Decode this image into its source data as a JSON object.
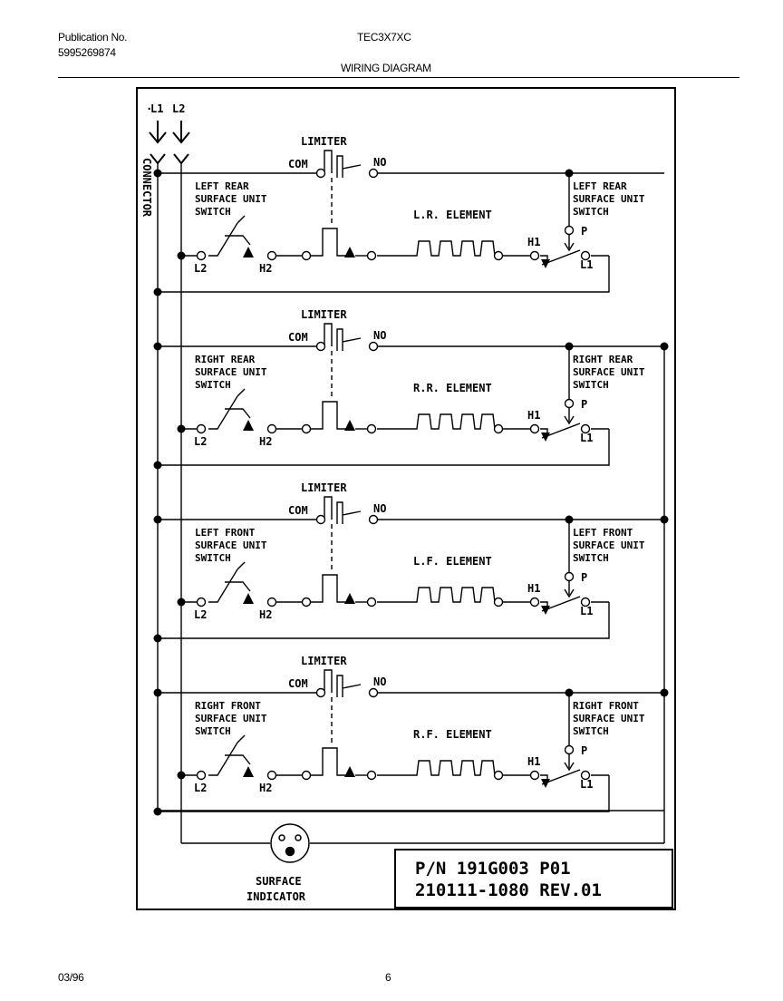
{
  "header": {
    "publication_label": "Publication No.",
    "publication_number": "5995269874",
    "model": "TEC3X7XC",
    "section_title": "WIRING DIAGRAM"
  },
  "diagram": {
    "supply": {
      "l1": "L1",
      "l2": "L2",
      "connector": "CONNECTOR"
    },
    "circuits": [
      {
        "limiter": "LIMITER",
        "com": "COM",
        "no": "NO",
        "switch_left": [
          "LEFT REAR",
          "SURFACE UNIT",
          "SWITCH"
        ],
        "element": "L.R. ELEMENT",
        "switch_right": [
          "LEFT REAR",
          "SURFACE UNIT",
          "SWITCH"
        ],
        "l2": "L2",
        "h2": "H2",
        "h1": "H1",
        "p": "P",
        "l1": "L1"
      },
      {
        "limiter": "LIMITER",
        "com": "COM",
        "no": "NO",
        "switch_left": [
          "RIGHT REAR",
          "SURFACE UNIT",
          "SWITCH"
        ],
        "element": "R.R. ELEMENT",
        "switch_right": [
          "RIGHT REAR",
          "SURFACE UNIT",
          "SWITCH"
        ],
        "l2": "L2",
        "h2": "H2",
        "h1": "H1",
        "p": "P",
        "l1": "L1"
      },
      {
        "limiter": "LIMITER",
        "com": "COM",
        "no": "NO",
        "switch_left": [
          "LEFT FRONT",
          "SURFACE UNIT",
          "SWITCH"
        ],
        "element": "L.F. ELEMENT",
        "switch_right": [
          "LEFT FRONT",
          "SURFACE UNIT",
          "SWITCH"
        ],
        "l2": "L2",
        "h2": "H2",
        "h1": "H1",
        "p": "P",
        "l1": "L1"
      },
      {
        "limiter": "LIMITER",
        "com": "COM",
        "no": "NO",
        "switch_left": [
          "RIGHT FRONT",
          "SURFACE UNIT",
          "SWITCH"
        ],
        "element": "R.F. ELEMENT",
        "switch_right": [
          "RIGHT FRONT",
          "SURFACE UNIT",
          "SWITCH"
        ],
        "l2": "L2",
        "h2": "H2",
        "h1": "H1",
        "p": "P",
        "l1": "L1"
      }
    ],
    "indicator": [
      "SURFACE",
      "INDICATOR"
    ],
    "part_number": "P/N 191G003 P01",
    "revision": "210111-1080 REV.01"
  },
  "footer": {
    "date": "03/96",
    "page": "6"
  }
}
